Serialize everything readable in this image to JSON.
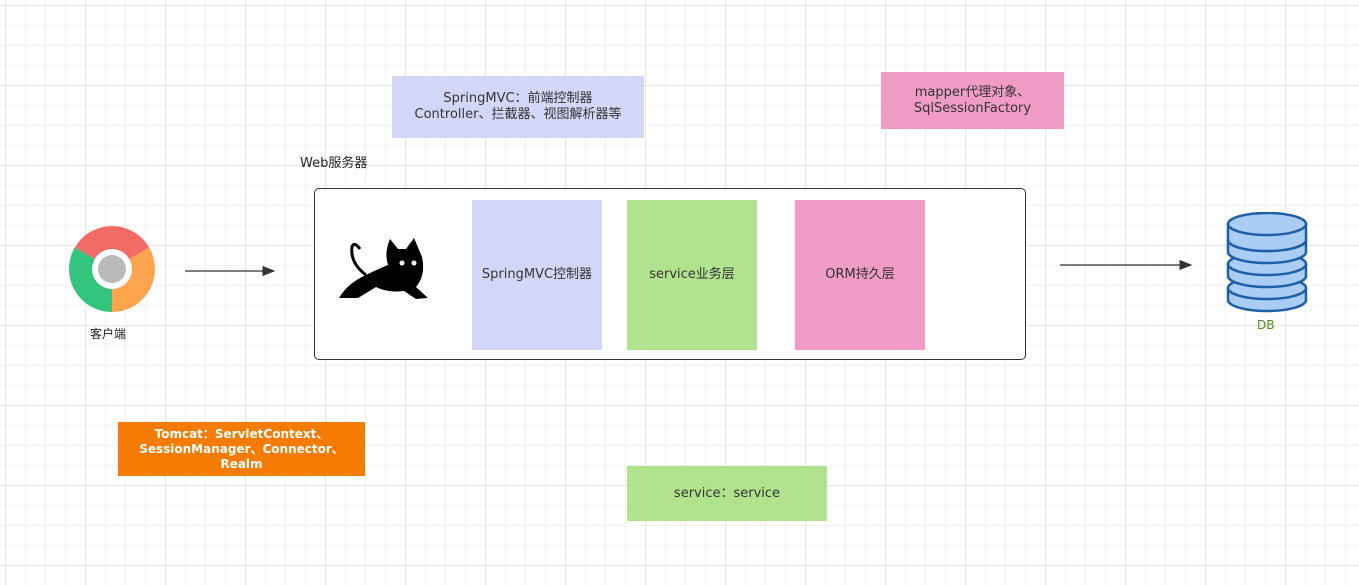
{
  "notes": {
    "springmvc_note": "SpringMVC：前端控制器\nController、拦截器、视图解析器等",
    "mapper_note": "mapper代理对象、\nSqlSessionFactory",
    "tomcat_note": "Tomcat：ServletContext、\nSessionManager、Connector、\nRealm",
    "service_note": "service：service"
  },
  "server": {
    "label": "Web服务器",
    "layers": [
      "SpringMVC控制器",
      "service业务层",
      "ORM持久层"
    ]
  },
  "client": {
    "label": "客户端",
    "icon": "chrome-browser-icon"
  },
  "tomcat": {
    "icon": "tomcat-cat-icon"
  },
  "database": {
    "label": "DB",
    "icon": "database-icon"
  },
  "colors": {
    "lavender": "#d3d6f8",
    "pink": "#f19bc7",
    "green": "#b1e38f",
    "orange": "#f57c00",
    "db_fill": "#a9cdf5",
    "db_stroke": "#1f5fa8",
    "db_label": "#4d8a1e"
  }
}
